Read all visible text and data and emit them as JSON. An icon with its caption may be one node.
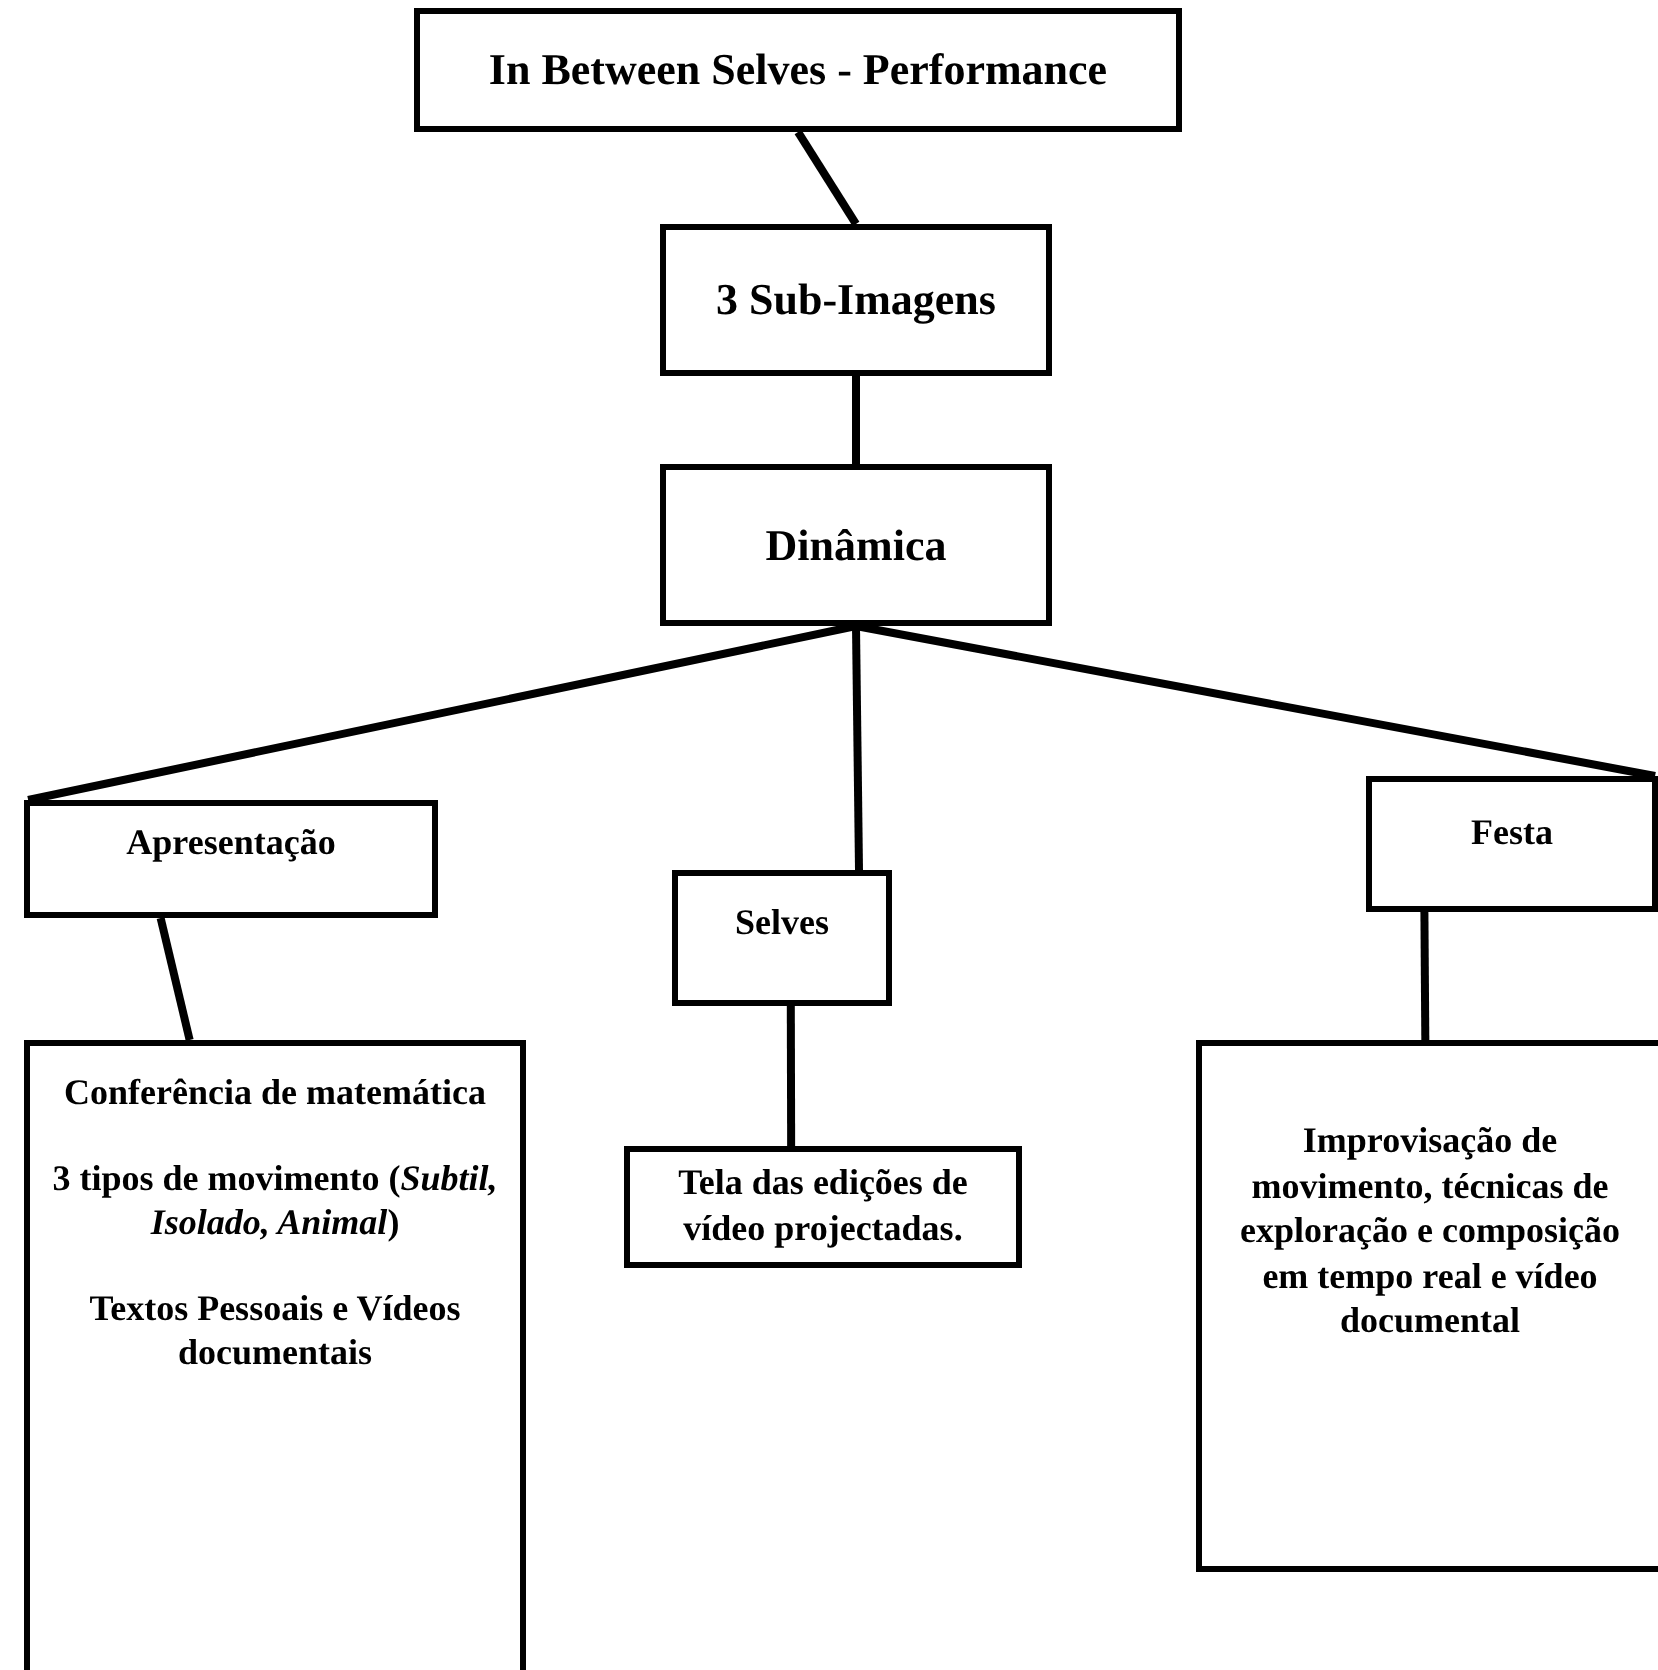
{
  "diagram": {
    "nodes": [
      {
        "text": [
          "In Between Selves - Performance"
        ]
      },
      {
        "text": [
          "3 Sub-Imagens"
        ]
      },
      {
        "text": [
          "Dinâmica"
        ]
      },
      {
        "text": [
          "Apresentação"
        ]
      },
      {
        "text": [
          "Selves"
        ]
      },
      {
        "text": [
          "Festa"
        ]
      },
      {
        "text": [
          "Conferência de matemática",
          "3 tipos de movimento (*Subtil, Isolado, Animal*)",
          "Textos Pessoais e Vídeos documentais"
        ]
      },
      {
        "text": [
          "Tela das edições de vídeo projectadas."
        ]
      },
      {
        "text": [
          "Improvisação de movimento, técnicas de exploração e composição em tempo real e vídeo documental"
        ]
      }
    ],
    "edges": [
      {
        "from": 0,
        "to": 1,
        "arrow": "none"
      },
      {
        "from": 1,
        "to": 2,
        "arrow": "none"
      },
      {
        "from": 2,
        "to": 3,
        "arrow": "none"
      },
      {
        "from": 2,
        "to": 4,
        "arrow": "none"
      },
      {
        "from": 2,
        "to": 5,
        "arrow": "none"
      },
      {
        "from": 3,
        "to": 6,
        "arrow": "none"
      },
      {
        "from": 4,
        "to": 7,
        "arrow": "none"
      },
      {
        "from": 5,
        "to": 8,
        "arrow": "none"
      }
    ]
  }
}
